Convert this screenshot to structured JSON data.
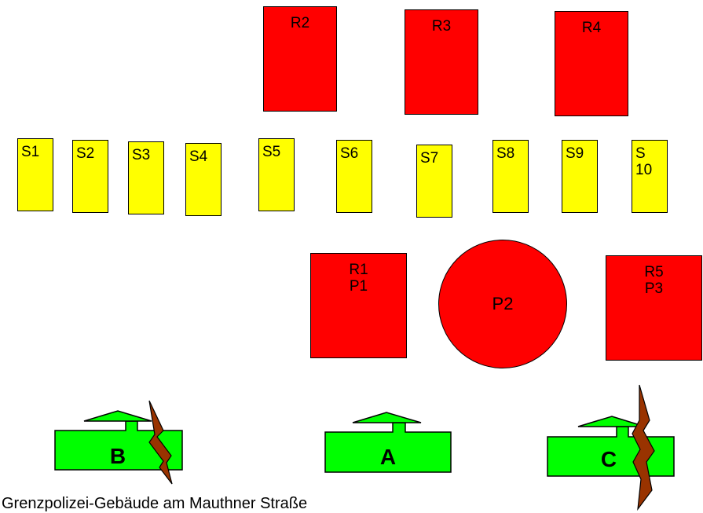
{
  "top_rooms": [
    {
      "label": "R2"
    },
    {
      "label": "R3"
    },
    {
      "label": "R4"
    }
  ],
  "seats": [
    {
      "label": "S1"
    },
    {
      "label": "S2"
    },
    {
      "label": "S3"
    },
    {
      "label": "S4"
    },
    {
      "label": "S5"
    },
    {
      "label": "S6"
    },
    {
      "label": "S7"
    },
    {
      "label": "S8"
    },
    {
      "label": "S9"
    },
    {
      "label": "S\n10"
    }
  ],
  "lower_rooms": [
    {
      "line1": "R1",
      "line2": "P1"
    },
    {
      "line1": "P2"
    },
    {
      "line1": "R5",
      "line2": "P3"
    }
  ],
  "doors": [
    {
      "label": "B",
      "broken": true
    },
    {
      "label": "A",
      "broken": false
    },
    {
      "label": "C",
      "broken": true
    }
  ],
  "caption": "Grenzpolizei-Gebäude am Mauthner Straße",
  "colors": {
    "room": "#ff0000",
    "seat": "#ffff00",
    "door": "#00ff00",
    "crack": "#993300"
  }
}
